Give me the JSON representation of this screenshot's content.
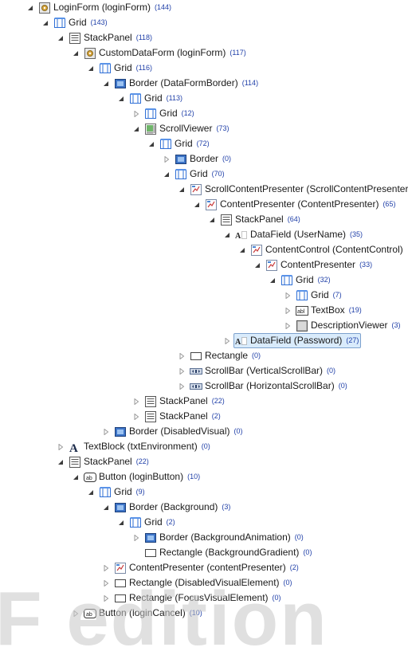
{
  "tree": [
    {
      "label": "LoginForm (loginForm)",
      "count": "(144)",
      "icon": "usercontrol-icon",
      "expander": "expanded"
    },
    {
      "label": "Grid",
      "count": "(143)",
      "icon": "grid-icon",
      "expander": "expanded"
    },
    {
      "label": "StackPanel",
      "count": "(118)",
      "icon": "stackpanel-icon",
      "expander": "expanded"
    },
    {
      "label": "CustomDataForm (loginForm)",
      "count": "(117)",
      "icon": "usercontrol-icon",
      "expander": "expanded"
    },
    {
      "label": "Grid",
      "count": "(116)",
      "icon": "grid-icon",
      "expander": "expanded"
    },
    {
      "label": "Border (DataFormBorder)",
      "count": "(114)",
      "icon": "border-icon",
      "expander": "expanded"
    },
    {
      "label": "Grid",
      "count": "(113)",
      "icon": "grid-icon",
      "expander": "expanded"
    },
    {
      "label": "Grid",
      "count": "(12)",
      "icon": "grid-icon",
      "expander": "collapsed"
    },
    {
      "label": "ScrollViewer",
      "count": "(73)",
      "icon": "scrollviewer-icon",
      "expander": "expanded"
    },
    {
      "label": "Grid",
      "count": "(72)",
      "icon": "grid-icon",
      "expander": "expanded"
    },
    {
      "label": "Border",
      "count": "(0)",
      "icon": "border-icon",
      "expander": "collapsed"
    },
    {
      "label": "Grid",
      "count": "(70)",
      "icon": "grid-icon",
      "expander": "expanded"
    },
    {
      "label": "ScrollContentPresenter (ScrollContentPresenter)",
      "count": "",
      "icon": "presenter-icon",
      "expander": "expanded"
    },
    {
      "label": "ContentPresenter (ContentPresenter)",
      "count": "(65)",
      "icon": "presenter-icon",
      "expander": "expanded"
    },
    {
      "label": "StackPanel",
      "count": "(64)",
      "icon": "stackpanel-icon",
      "expander": "expanded"
    },
    {
      "label": "DataField (UserName)",
      "count": "(35)",
      "icon": "datafield-icon",
      "expander": "expanded"
    },
    {
      "label": "ContentControl (ContentControl)",
      "count": "",
      "icon": "presenter-icon",
      "expander": "expanded"
    },
    {
      "label": "ContentPresenter",
      "count": "(33)",
      "icon": "presenter-icon",
      "expander": "expanded"
    },
    {
      "label": "Grid",
      "count": "(32)",
      "icon": "grid-icon",
      "expander": "expanded"
    },
    {
      "label": "Grid",
      "count": "(7)",
      "icon": "grid-icon",
      "expander": "collapsed"
    },
    {
      "label": "TextBox",
      "count": "(19)",
      "icon": "textbox-icon",
      "expander": "collapsed"
    },
    {
      "label": "DescriptionViewer",
      "count": "(3)",
      "icon": "descriptionviewer-icon",
      "expander": "collapsed"
    },
    {
      "label": "DataField (Password)",
      "count": "(27)",
      "icon": "datafield-icon",
      "expander": "collapsed",
      "selected": true
    },
    {
      "label": "Rectangle",
      "count": "(0)",
      "icon": "rectangle-icon",
      "expander": "collapsed"
    },
    {
      "label": "ScrollBar (VerticalScrollBar)",
      "count": "(0)",
      "icon": "scrollbar-icon",
      "expander": "collapsed"
    },
    {
      "label": "ScrollBar (HorizontalScrollBar)",
      "count": "(0)",
      "icon": "scrollbar-icon",
      "expander": "collapsed"
    },
    {
      "label": "StackPanel",
      "count": "(22)",
      "icon": "stackpanel-icon",
      "expander": "collapsed"
    },
    {
      "label": "StackPanel",
      "count": "(2)",
      "icon": "stackpanel-icon",
      "expander": "collapsed"
    },
    {
      "label": "Border (DisabledVisual)",
      "count": "(0)",
      "icon": "border-icon",
      "expander": "collapsed"
    },
    {
      "label": "TextBlock (txtEnvironment)",
      "count": "(0)",
      "icon": "textblock-icon",
      "expander": "collapsed"
    },
    {
      "label": "StackPanel",
      "count": "(22)",
      "icon": "stackpanel-icon",
      "expander": "expanded"
    },
    {
      "label": "Button (loginButton)",
      "count": "(10)",
      "icon": "button-icon",
      "expander": "expanded"
    },
    {
      "label": "Grid",
      "count": "(9)",
      "icon": "grid-icon",
      "expander": "expanded"
    },
    {
      "label": "Border (Background)",
      "count": "(3)",
      "icon": "border-icon",
      "expander": "expanded"
    },
    {
      "label": "Grid",
      "count": "(2)",
      "icon": "grid-icon",
      "expander": "expanded"
    },
    {
      "label": "Border (BackgroundAnimation)",
      "count": "(0)",
      "icon": "border-icon",
      "expander": "collapsed"
    },
    {
      "label": "Rectangle (BackgroundGradient)",
      "count": "(0)",
      "icon": "rectangle-icon",
      "expander": "none"
    },
    {
      "label": "ContentPresenter (contentPresenter)",
      "count": "(2)",
      "icon": "presenter-icon",
      "expander": "collapsed"
    },
    {
      "label": "Rectangle (DisabledVisualElement)",
      "count": "(0)",
      "icon": "rectangle-icon",
      "expander": "collapsed"
    },
    {
      "label": "Rectangle (FocusVisualElement)",
      "count": "(0)",
      "icon": "rectangle-icon",
      "expander": "collapsed"
    },
    {
      "label": "Button (loginCancel)",
      "count": "(10)",
      "icon": "button-icon",
      "expander": "collapsed"
    }
  ],
  "watermark": "F edition"
}
